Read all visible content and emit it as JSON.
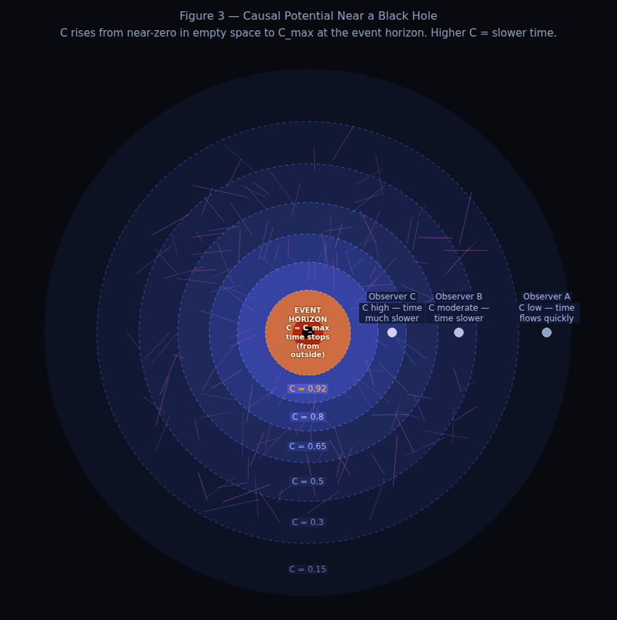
{
  "diagram": {
    "title": "Figure 3 — Causal Potential Near a Black Hole",
    "caption": "C rises from near-zero in empty space to C_max at the event horizon. Higher C = slower time.",
    "nodes": [
      {
        "text": [
          "EVENT HORIZON",
          "C = C_max",
          "time stops (from outside)"
        ]
      },
      {
        "text": [
          "Observer C",
          "C high — time much slower"
        ]
      },
      {
        "text": [
          "Observer B",
          "C moderate — time slower"
        ]
      },
      {
        "text": [
          "Observer A",
          "C low — time flows quickly"
        ]
      }
    ],
    "labels": [
      "C = 0.92",
      "C = 0.8",
      "C = 0.65",
      "C = 0.5",
      "C = 0.3",
      "C = 0.15"
    ]
  }
}
